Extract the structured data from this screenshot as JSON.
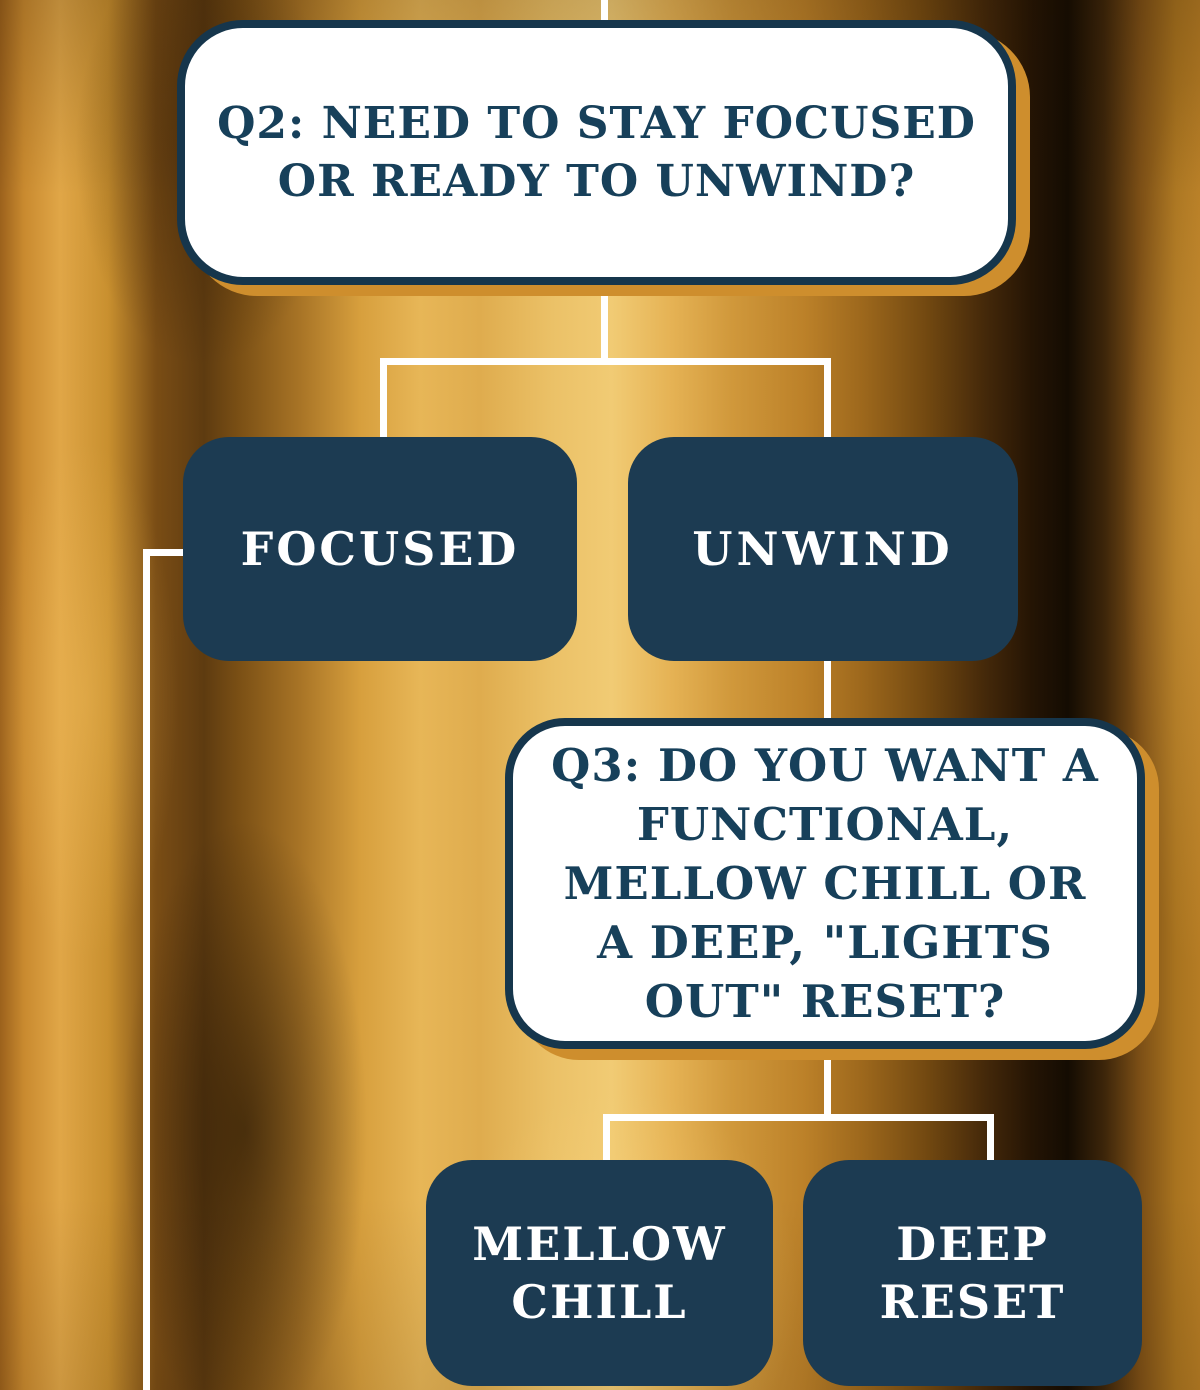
{
  "diagram": {
    "type": "decision-flowchart",
    "nodes": {
      "q2": {
        "kind": "question",
        "text": "Q2: NEED TO STAY FOCUSED OR READY TO UNWIND?",
        "lines": [
          "Q2: NEED TO STAY FOCUSED",
          "OR READY TO UNWIND?"
        ]
      },
      "focused": {
        "kind": "answer",
        "text": "FOCUSED",
        "lines": [
          "FOCUSED"
        ]
      },
      "unwind": {
        "kind": "answer",
        "text": "UNWIND",
        "lines": [
          "UNWIND"
        ]
      },
      "q3": {
        "kind": "question",
        "text": "Q3: DO YOU WANT A FUNCTIONAL, MELLOW CHILL OR A DEEP, \"LIGHTS OUT\" RESET?",
        "lines": [
          "Q3: DO YOU WANT A",
          "FUNCTIONAL,",
          "MELLOW CHILL OR",
          "A DEEP, \"LIGHTS",
          "OUT\" RESET?"
        ]
      },
      "mellow_chill": {
        "kind": "answer",
        "text": "MELLOW CHILL",
        "lines": [
          "MELLOW",
          "CHILL"
        ]
      },
      "deep_reset": {
        "kind": "answer",
        "text": "DEEP RESET",
        "lines": [
          "DEEP",
          "RESET"
        ]
      }
    },
    "edges": [
      {
        "from": "top-offscreen",
        "to": "q2"
      },
      {
        "from": "q2",
        "to": "focused"
      },
      {
        "from": "q2",
        "to": "unwind"
      },
      {
        "from": "focused",
        "to": "bottom-offscreen"
      },
      {
        "from": "unwind",
        "to": "q3"
      },
      {
        "from": "q3",
        "to": "mellow_chill"
      },
      {
        "from": "q3",
        "to": "deep_reset"
      }
    ],
    "colors": {
      "question_fill": "#ffffff",
      "question_border": "#16364c",
      "question_text": "#17405a",
      "answer_fill": "#1c3b52",
      "answer_text": "#ffffff",
      "connector": "#ffffff",
      "drop_shadow_gold": "#ce8e2d",
      "background_gold_bright": "#f1cb74",
      "background_gold_dark": "#140c02"
    }
  }
}
